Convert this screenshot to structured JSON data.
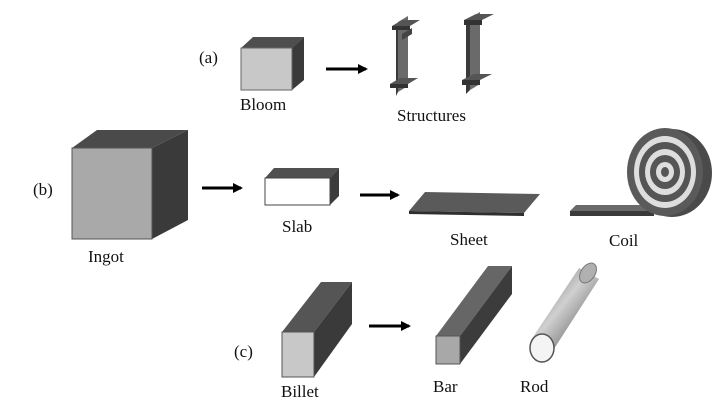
{
  "rows": {
    "a": {
      "marker": "(a)",
      "bloom_label": "Bloom",
      "structures_label": "Structures"
    },
    "b": {
      "marker": "(b)",
      "ingot_label": "Ingot",
      "slab_label": "Slab",
      "sheet_label": "Sheet",
      "coil_label": "Coil"
    },
    "c": {
      "marker": "(c)",
      "billet_label": "Billet",
      "bar_label": "Bar",
      "rod_label": "Rod"
    }
  },
  "colors": {
    "top_face": "#4a4a4a",
    "side_face": "#3c3c3c",
    "front_face": "#a8a8a8",
    "arrow": "#000000"
  }
}
